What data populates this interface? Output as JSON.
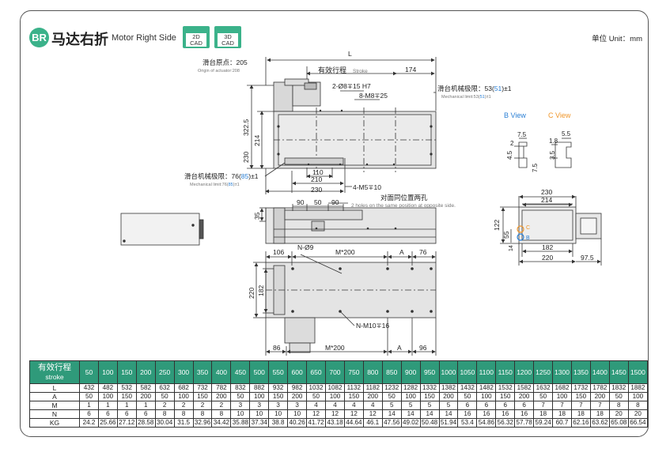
{
  "header": {
    "badge": "BR",
    "title_cn": "马达右折",
    "title_en": "Motor Right Side",
    "cad2d": [
      "2D",
      "CAD"
    ],
    "cad3d": [
      "3D",
      "CAD"
    ],
    "unit": "单位 Unit：mm"
  },
  "drawing": {
    "L": "L",
    "slider_origin_cn": "滑台原点：205",
    "slider_origin_en": "Origin of actuator:208",
    "stroke_cn": "有效行程",
    "stroke_en": "Stroke",
    "d174": "174",
    "hole1": "2-Ø8∓15 H7",
    "hole2": "8-M8∓25",
    "mech_right_cn_a": "滑台机械极限：53(",
    "mech_right_cn_b": "51",
    "mech_right_cn_c": ")±1",
    "mech_right_en_a": "Mechanical limit:53(",
    "mech_right_en_b": "51",
    "mech_right_en_c": ")±1",
    "d3225": "322.5",
    "d230v": "230",
    "d214v": "214",
    "d110": "110",
    "d210": "210",
    "d230h": "230",
    "m5": "4-M5∓10",
    "mech_left_cn_a": "滑台机械极限：76(",
    "mech_left_cn_b": "85",
    "mech_left_cn_c": ")±1",
    "mech_left_en_a": "Mechanical limit:76(",
    "mech_left_en_b": "85",
    "mech_left_en_c": ")±1",
    "b_view": "B View",
    "c_view": "C View",
    "b75": "7.5",
    "b2": "2",
    "b45": "4.5",
    "b75v": "7.5",
    "c55": "5.5",
    "c18": "1.8",
    "c35": "3.5",
    "opp_cn": "对面同位置两孔",
    "opp_en": "2 holes on the same position at opposite side.",
    "s90a": "90",
    "s50": "50",
    "s90b": "90",
    "s35": "35",
    "e230": "230",
    "e214": "214",
    "e122": "122",
    "e55": "55",
    "e14": "14",
    "e182": "182",
    "e220": "220",
    "e975": "97.5",
    "eB": "B",
    "eC": "C",
    "p106": "106",
    "pN": "N-Ø9",
    "pM": "M*200",
    "pA": "A",
    "p76": "76",
    "p220": "220",
    "p182": "182",
    "pNM": "N-M10∓16",
    "p86": "86",
    "pM2": "M*200",
    "pA2": "A",
    "p96": "96"
  },
  "table": {
    "header_cn": "有效行程",
    "header_en": "stroke",
    "strokes": [
      "50",
      "100",
      "150",
      "200",
      "250",
      "300",
      "350",
      "400",
      "450",
      "500",
      "550",
      "600",
      "650",
      "700",
      "750",
      "800",
      "850",
      "900",
      "950",
      "1000",
      "1050",
      "1100",
      "1150",
      "1200",
      "1250",
      "1300",
      "1350",
      "1400",
      "1450",
      "1500"
    ],
    "rows": [
      {
        "label": "L",
        "values": [
          "432",
          "482",
          "532",
          "582",
          "632",
          "682",
          "732",
          "782",
          "832",
          "882",
          "932",
          "982",
          "1032",
          "1082",
          "1132",
          "1182",
          "1232",
          "1282",
          "1332",
          "1382",
          "1432",
          "1482",
          "1532",
          "1582",
          "1632",
          "1682",
          "1732",
          "1782",
          "1832",
          "1882"
        ]
      },
      {
        "label": "A",
        "values": [
          "50",
          "100",
          "150",
          "200",
          "50",
          "100",
          "150",
          "200",
          "50",
          "100",
          "150",
          "200",
          "50",
          "100",
          "150",
          "200",
          "50",
          "100",
          "150",
          "200",
          "50",
          "100",
          "150",
          "200",
          "50",
          "100",
          "150",
          "200",
          "50",
          "100"
        ]
      },
      {
        "label": "M",
        "values": [
          "1",
          "1",
          "1",
          "1",
          "2",
          "2",
          "2",
          "2",
          "3",
          "3",
          "3",
          "3",
          "4",
          "4",
          "4",
          "4",
          "5",
          "5",
          "5",
          "5",
          "6",
          "6",
          "6",
          "6",
          "7",
          "7",
          "7",
          "7",
          "8",
          "8"
        ]
      },
      {
        "label": "N",
        "values": [
          "6",
          "6",
          "6",
          "6",
          "8",
          "8",
          "8",
          "8",
          "10",
          "10",
          "10",
          "10",
          "12",
          "12",
          "12",
          "12",
          "14",
          "14",
          "14",
          "14",
          "16",
          "16",
          "16",
          "16",
          "18",
          "18",
          "18",
          "18",
          "20",
          "20"
        ]
      },
      {
        "label": "KG",
        "values": [
          "24.2",
          "25.66",
          "27.12",
          "28.58",
          "30.04",
          "31.5",
          "32.96",
          "34.42",
          "35.88",
          "37.34",
          "38.8",
          "40.26",
          "41.72",
          "43.18",
          "44.64",
          "46.1",
          "47.56",
          "49.02",
          "50.48",
          "51.94",
          "53.4",
          "54.86",
          "56.32",
          "57.78",
          "59.24",
          "60.7",
          "62.16",
          "63.62",
          "65.08",
          "66.54"
        ]
      }
    ]
  },
  "colors": {
    "accent": "#3bb28a",
    "table_header": "#2f9a7a",
    "blue_view": "#2a7fd4",
    "orange_view": "#f0962a"
  }
}
